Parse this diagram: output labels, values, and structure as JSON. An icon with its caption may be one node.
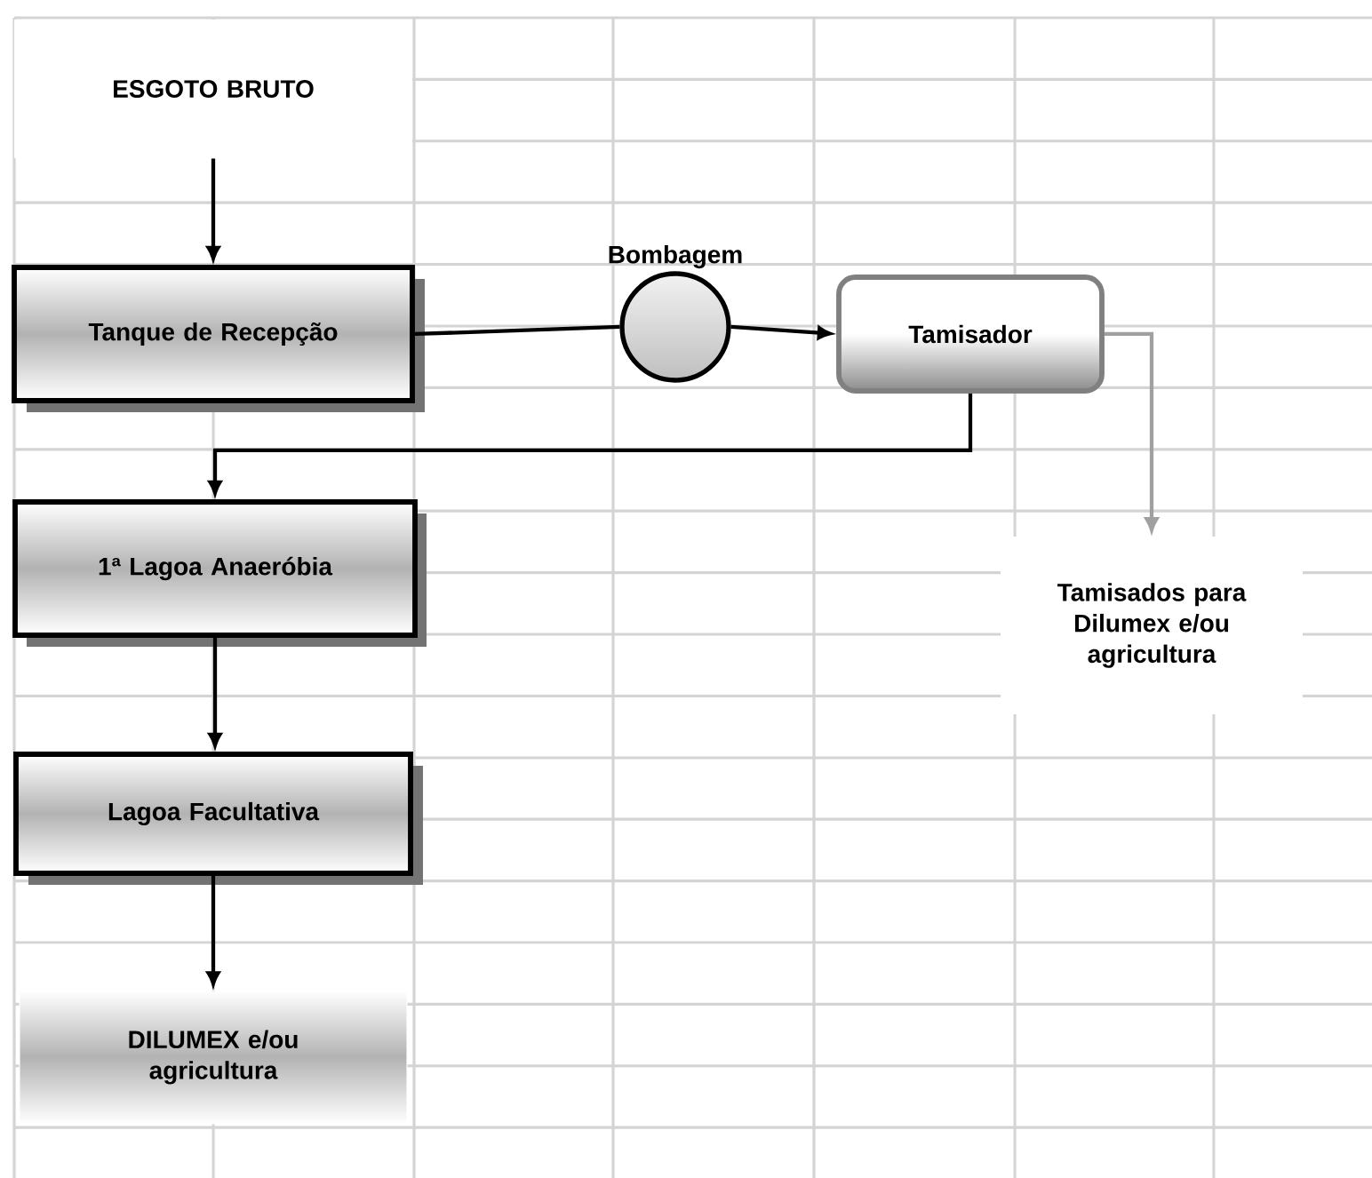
{
  "diagram": {
    "nodes": [
      {
        "text": [
          "ESGOTO BRUTO"
        ]
      },
      {
        "text": [
          "Tanque de Recepção"
        ]
      },
      {
        "text": [
          "Bombagem"
        ]
      },
      {
        "text": [
          "Tamisador"
        ]
      },
      {
        "text": [
          "1ª Lagoa Anaeróbia"
        ]
      },
      {
        "text": [
          "Lagoa Facultativa"
        ]
      },
      {
        "text": [
          "DILUMEX e/ou agricultura"
        ]
      },
      {
        "text": [
          "Tamisados para Dilumex e/ou agricultura"
        ]
      }
    ],
    "edges": [
      {
        "from": 0,
        "to": 1,
        "arrow": "to"
      },
      {
        "from": 1,
        "to": 2,
        "arrow": "none"
      },
      {
        "from": 2,
        "to": 3,
        "arrow": "to"
      },
      {
        "from": 3,
        "to": 4,
        "arrow": "to"
      },
      {
        "from": 3,
        "to": 7,
        "arrow": "to",
        "color": "#a0a0a0"
      },
      {
        "from": 4,
        "to": 5,
        "arrow": "to"
      },
      {
        "from": 5,
        "to": 6,
        "arrow": "to"
      }
    ]
  }
}
